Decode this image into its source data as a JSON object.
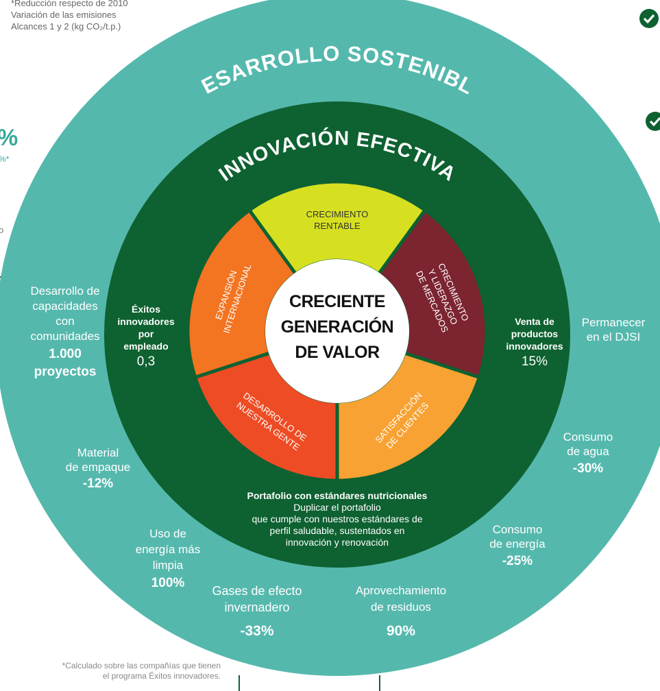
{
  "top_note": {
    "line1": "*Reducción respecto de 2010",
    "line2": "Variación de las emisiones",
    "line3": "Alcances 1 y 2 (kg CO₂/t.p.)"
  },
  "bottom_note": {
    "line1": "*Calculado sobre las compañías que tienen",
    "line2": "el programa Éxitos innovadores."
  },
  "left_fragment": {
    "percent": "%",
    "percent_small": "%*",
    "letter": "o"
  },
  "outer_ring": {
    "title": "DESARROLLO SOSTENIBLE",
    "color": "#55b8ad",
    "items": [
      {
        "label": [
          "Desarrollo de",
          "capacidades",
          "con",
          "comunidades"
        ],
        "value": [
          "1.000",
          "proyectos"
        ]
      },
      {
        "label": [
          "Material",
          "de empaque"
        ],
        "value": [
          "-12%"
        ]
      },
      {
        "label": [
          "Uso de",
          "energía más",
          "limpia"
        ],
        "value": [
          "100%"
        ]
      },
      {
        "label": [
          "Gases de efecto",
          "invernadero"
        ],
        "value": [
          "-33%"
        ]
      },
      {
        "label": [
          "Aprovechamiento",
          "de residuos"
        ],
        "value": [
          "90%"
        ]
      },
      {
        "label": [
          "Consumo",
          "de energía"
        ],
        "value": [
          "-25%"
        ]
      },
      {
        "label": [
          "Consumo",
          "de agua"
        ],
        "value": [
          "-30%"
        ]
      },
      {
        "label": [
          "Permanecer",
          "en el DJSI"
        ],
        "value": []
      }
    ]
  },
  "middle_ring": {
    "title": "INNOVACIÓN EFECTIVA",
    "color": "#0e6131",
    "left": {
      "label": [
        "Éxitos",
        "innovadores",
        "por",
        "empleado"
      ],
      "value": "0,3"
    },
    "right": {
      "label": [
        "Venta de",
        "productos",
        "innovadores"
      ],
      "value": "15%"
    },
    "bottom": {
      "title": "Portafolio con estándares nutricionales",
      "lines": [
        "Duplicar el portafolio",
        "que cumple con nuestros estándares de",
        "perfil saludable, sustentados en",
        "innovación y renovación"
      ]
    }
  },
  "segments": [
    {
      "lines": [
        "CRECIMIENTO",
        "RENTABLE"
      ],
      "color": "#d6e021"
    },
    {
      "lines": [
        "CRECIMIENTO",
        "Y LIDERAZGO",
        "DE MERCADOS"
      ],
      "color": "#7c2430"
    },
    {
      "lines": [
        "SATISFACCIÓN",
        "DE CLIENTES"
      ],
      "color": "#f7a232"
    },
    {
      "lines": [
        "DESARROLLO DE",
        "NUESTRA GENTE"
      ],
      "color": "#ee4c24"
    },
    {
      "lines": [
        "EXPANSIÓN",
        "INTERNACIONAL"
      ],
      "color": "#f37421"
    }
  ],
  "center": {
    "lines": [
      "CRECIENTE",
      "GENERACIÓN",
      "DE VALOR"
    ]
  },
  "check_color": "#0e6131"
}
